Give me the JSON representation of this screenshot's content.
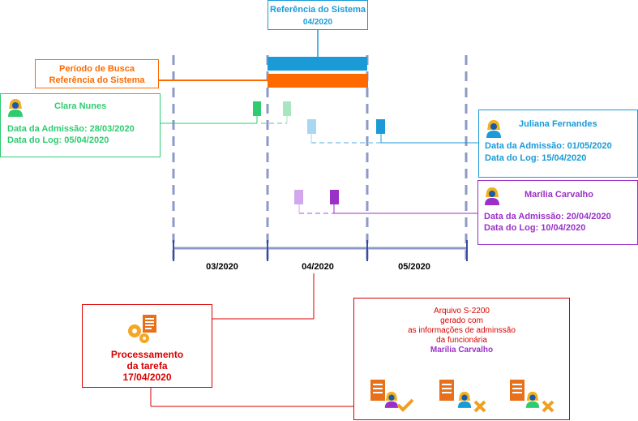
{
  "colors": {
    "blue": "#1a9ad6",
    "orange": "#ff6a00",
    "green": "#2ecc71",
    "purple": "#9b30c8",
    "red": "#d90000",
    "axis": "#8c9ac8",
    "axis_dark": "#3a4a9c"
  },
  "header": {
    "title": "Referência do Sistema",
    "month": "04/2020"
  },
  "search_period": {
    "line1": "Período de Busca",
    "line2": "Referência do Sistema"
  },
  "months": [
    "03/2020",
    "04/2020",
    "05/2020"
  ],
  "employees": {
    "clara": {
      "name": "Clara Nunes",
      "admission": "Data da Admissão: 28/03/2020",
      "log": "Data do Log: 05/04/2020"
    },
    "juliana": {
      "name": "Juliana Fernandes",
      "admission": "Data da Admissão: 01/05/2020",
      "log": "Data do Log: 15/04/2020"
    },
    "marilia": {
      "name": "Marília Carvalho",
      "admission": "Data da Admissão: 20/04/2020",
      "log": "Data do Log: 10/04/2020"
    }
  },
  "processing": {
    "line1": "Processamento",
    "line2": "da tarefa",
    "date": "17/04/2020"
  },
  "s2200": {
    "line1": "Arquivo S-2200",
    "line2": "gerado com",
    "line3": "as informações de adminssão",
    "line4": "da funcionária",
    "name": "Marília Carvalho"
  },
  "icons": {
    "person": "person-icon",
    "gears": "gears-icon",
    "document": "document-icon",
    "check": "check-icon",
    "cross": "cross-icon"
  }
}
